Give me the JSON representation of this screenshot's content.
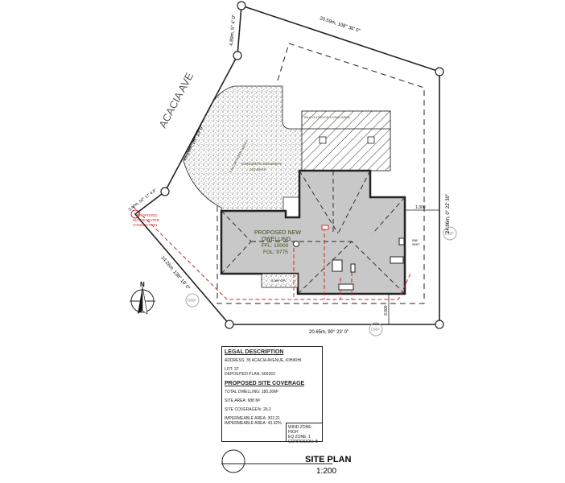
{
  "plan": {
    "street_name": "ACACIA AVE",
    "boundary_labels": {
      "top_left": "4.89m, 5° 4' 0\"",
      "top": "20.59m, 108° 36' 0\"",
      "left_upper": "15.28m, 28° 19' 0\"",
      "left_short": "2.4?m, 52° 17' 4.6\"",
      "left_lower": "14.26m, 138° 18' 0\"",
      "right": "24.96m, 0° 22' 30\"",
      "bottom": "20.65m, 90° 23' 0\""
    },
    "outdoor_area_label": "50m² OUTDOOR LIVING AREA",
    "driveway_label": "CONCRETE DRIVEWAY",
    "driveway_area": "103.69 m²",
    "driveway_side_label": "3.6m DRIVEWAY WIDTH",
    "waste_water_label": [
      "PROPOSED",
      "WASTE WATER",
      "CONNECTION"
    ],
    "dwelling_label": [
      "PROPOSED NEW",
      "DWELLING",
      "FFL: 10000",
      "FGL: 9775"
    ],
    "patio_label": "1.0m² OP.",
    "vent_label": [
      "50Ø",
      "VENT"
    ],
    "dim_right": "1.300",
    "dim_bottom": "3.000",
    "drp_label": "DRP",
    "north_label": "N",
    "colors": {
      "line": "#222222",
      "dwelling_fill": "#c8c8c8",
      "red": "#d42a2a",
      "label_green": "#3a4a1a"
    }
  },
  "legal": {
    "title": "LEGAL DESCRIPTION",
    "address": "ADDRESS: 35 ACACIA AVENUE, KIHIKIHI",
    "lot": "LOT: 37",
    "deposited_plan": "DEPOSITED PLAN: 560263",
    "coverage_title": "PROPOSED SITE COVERAGE",
    "total_dwelling": "TOTAL DWELLING: 180.26M²",
    "site_area": "SITE AREA: 688 M²",
    "site_coverage": "SITE COVERAGE%: 26.2",
    "impermeable_area": "IMPERMEABLE AREA: 302.21",
    "impermeable_pct": "IMPERMEABLE AREA: 43.92%",
    "wind_zone": "WIND ZONE: HIGH",
    "eq_zone": "EQ ZONE: 1",
    "corrosion": "CORROSION: B"
  },
  "title_block": {
    "title": "SITE PLAN",
    "scale": "1:200"
  }
}
